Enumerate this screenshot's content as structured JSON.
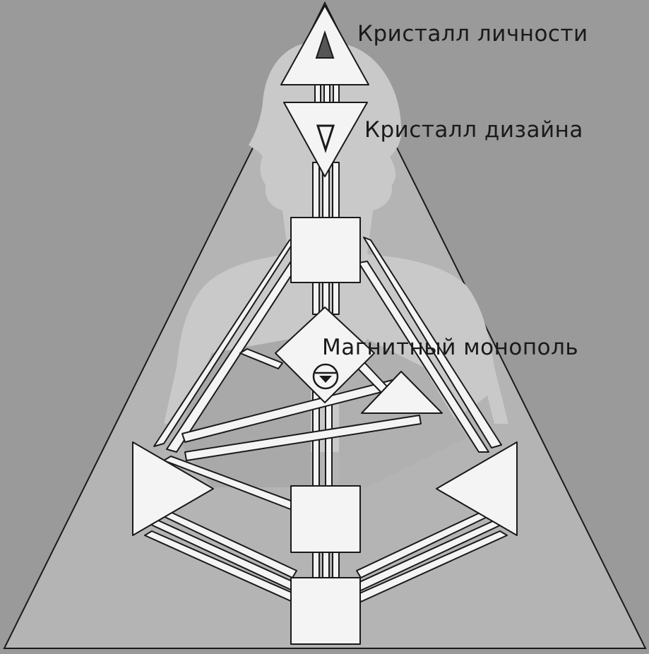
{
  "labels": {
    "personality_crystal": "Кристалл личности",
    "design_crystal": "Кристалл дизайна",
    "magnetic_monopole": "Магнитный монополь"
  },
  "colors": {
    "outer_background": "#9a9a9a",
    "triangle_fill": "#b4b4b4",
    "body_silhouette": "#c9c9c9",
    "inner_field": "#a9a9a9",
    "centers_and_channels": "#f4f4f4",
    "outlines": "#1a1a1a"
  },
  "icons": {
    "personality": "filled-up-triangle-icon",
    "design": "outlined-down-triangle-icon",
    "monopole": "circle-with-triangle-icon"
  }
}
